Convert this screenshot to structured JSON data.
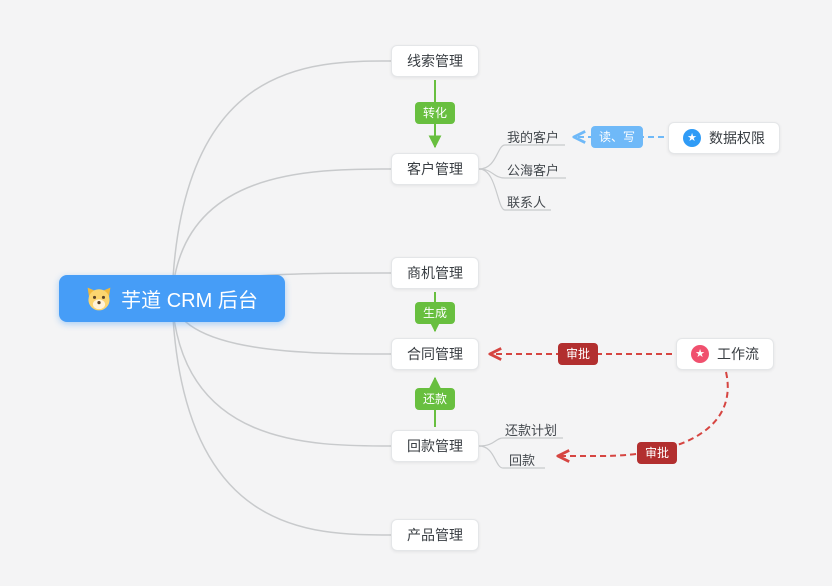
{
  "root": {
    "label": "芋道 CRM 后台"
  },
  "main_nodes": {
    "lead": "线索管理",
    "customer": "客户管理",
    "business": "商机管理",
    "contract": "合同管理",
    "receivable": "回款管理",
    "product": "产品管理"
  },
  "sub_nodes": {
    "my_customer": "我的客户",
    "public_customer": "公海客户",
    "contact": "联系人",
    "repayment_plan": "还款计划",
    "receipt": "回款"
  },
  "side_nodes": {
    "data_permission": "数据权限",
    "workflow": "工作流"
  },
  "edge_badges": {
    "convert": "转化",
    "generate": "生成",
    "repay": "还款",
    "read_write": "读、写",
    "approve_contract": "审批",
    "approve_receipt": "审批"
  },
  "icons": {
    "root_logo": "dog-face-icon",
    "data_permission_icon": "star-icon",
    "workflow_icon": "star-icon"
  },
  "colors": {
    "canvas_bg": "#f4f4f5",
    "root_bg": "#469df7",
    "badge_green": "#68bf3f",
    "badge_red": "#b22f2f",
    "badge_blue": "#6fb9f8",
    "arrow_green": "#68bf3f",
    "arrow_red": "#d64541",
    "arrow_blue": "#6fb9f8",
    "edge_gray": "#c8cacc",
    "star_blue": "#2f9bf6",
    "star_pink": "#f0506e"
  }
}
